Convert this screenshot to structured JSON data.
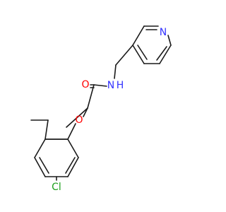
{
  "atoms": {
    "nitrogen_pyridine": {
      "label": "N",
      "color": "#3333ff"
    },
    "nitrogen_amide": {
      "label": "N",
      "color": "#3333ff"
    },
    "hydrogen_amide": {
      "label": "H",
      "color": "#3333ff"
    },
    "oxygen_carbonyl": {
      "label": "O",
      "color": "#ff0000"
    },
    "oxygen_ether": {
      "label": "O",
      "color": "#ff0000"
    },
    "chlorine": {
      "label": "Cl",
      "color": "#1fa01f"
    }
  },
  "colors": {
    "bond": "#1a1a1a",
    "background": "#ffffff"
  }
}
